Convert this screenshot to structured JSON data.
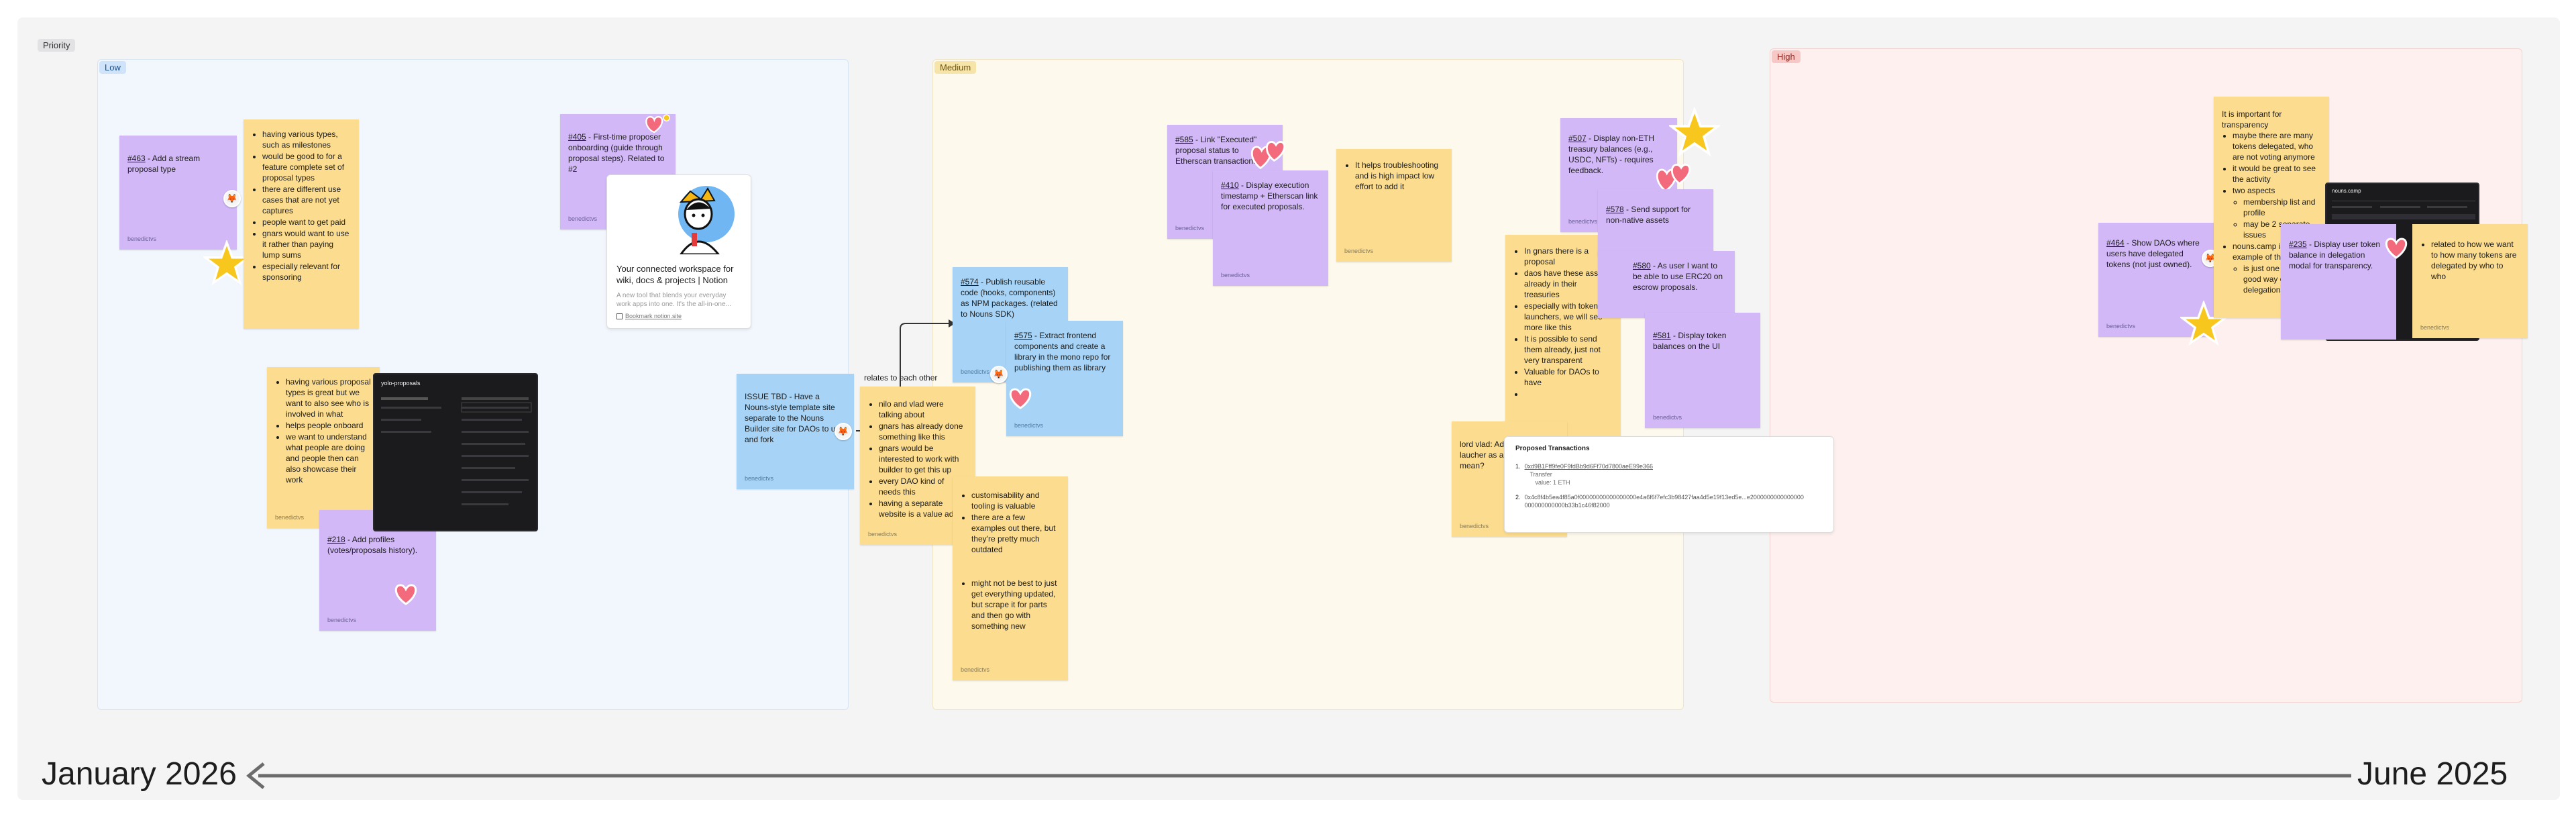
{
  "board": {
    "priority_label": "Priority",
    "sections": {
      "low": "Low",
      "medium": "Medium",
      "high": "High"
    }
  },
  "notes": {
    "n463": {
      "ref": "#463",
      "text": " - Add a stream proposal type",
      "author": "benedictvs"
    },
    "n463_comment": {
      "items": [
        "having various types, such as milestones",
        "would be good to for a feature complete set of proposal types",
        "there are different use cases that are not yet captures",
        "people want to get paid",
        "gnars would want to use it rather than paying lump sums",
        "especially relevant for sponsoring"
      ]
    },
    "n405": {
      "ref": "#405",
      "text": " - First-time proposer onboarding (guide through proposal steps). Related to #2",
      "author": "benedictvs"
    },
    "n_profiles_comment": {
      "items": [
        "having various proposal types is great but we want to also see who is involved in what",
        "helps people onboard",
        "we want to understand what people are doing and people then can also showcase their work"
      ],
      "author": "benedictvs"
    },
    "n_profiles": {
      "ref": "#218",
      "text": " - Add profiles (votes/proposals history).",
      "author": "benedictvs"
    },
    "issue_tbd": {
      "text": "ISSUE TBD - Have a Nouns-style template site separate to the Nouns Builder site for DAOs to use and fork",
      "author": "benedictvs"
    },
    "relates_label": "relates to each other",
    "n_relates_comment": {
      "items": [
        "nilo and vlad were talking about",
        "gnars has already done something like this",
        "gnars would be interested to work with builder to get this up",
        "every DAO kind of needs this",
        "having a separate website is a value add"
      ],
      "author": "benedictvs"
    },
    "n574": {
      "ref": "#574",
      "text": " - Publish reusable code (hooks, components) as NPM packages. (related to Nouns SDK)",
      "author": "benedictvs"
    },
    "n575": {
      "ref": "#575",
      "text": " - Extract frontend components and create a library in the mono repo for publishing them as library",
      "author": "benedictvs"
    },
    "n_tooling_comment": {
      "items": [
        "customisability and tooling is valuable",
        "there are a few examples out there, but they're pretty much outdated"
      ],
      "items2": [
        "might not be best to just get everything updated, but scrape it for parts and then go with something new"
      ],
      "author": "benedictvs"
    },
    "n585": {
      "ref": "#585",
      "text": " - Link \"Executed\" proposal status to Etherscan transaction.",
      "author": "benedictvs"
    },
    "n410": {
      "ref": "#410",
      "text": " - Display execution timestamp + Etherscan link for executed proposals.",
      "author": "benedictvs"
    },
    "n_troubleshoot_comment": {
      "items": [
        "It helps troubleshooting and is high impact low effort to add it"
      ],
      "author": "benedictvs"
    },
    "n507": {
      "ref": "#507",
      "text": " - Display non-ETH treasury balances (e.g., USDC, NFTs) - requires feedback.",
      "author": "benedictvs"
    },
    "n578": {
      "ref": "#578",
      "text": " - Send support for non-native assets",
      "author": "benedictvs"
    },
    "n580": {
      "ref": "#580",
      "text": " - As user I want to be able to use ERC20 on escrow proposals.",
      "author": "benedictvs"
    },
    "n581": {
      "ref": "#581",
      "text": " - Display token balances on the UI",
      "author": "benedictvs"
    },
    "n_gnars_comment": {
      "items": [
        "In gnars there is a proposal",
        "daos have these assets already in their treasuries",
        "especially with token launchers, we will see more like this",
        "It is possible to send them already, just not very transparent",
        "Valuable for DAOs to have",
        ""
      ]
    },
    "n_lord_vlad": {
      "text": "lord vlad: Adding token laucher as a tool as you mean?",
      "author": "benedictvs"
    },
    "n464": {
      "ref": "#464",
      "text": " - Show DAOs where users have delegated tokens (not just owned).",
      "author": "benedictvs"
    },
    "n_transparency_comment": {
      "intro": "It is important for transparency",
      "items": [
        "maybe there are many tokens delegated, who are not voting anymore",
        "it would be great to see the activity",
        "two aspects",
        "membership list and profile",
        "may be 2 separate issues",
        "nouns.camp is a good example of this",
        "is just one idea as a good way of showing delegations"
      ]
    },
    "n235": {
      "ref": "#235",
      "text": " - Display user token balance in delegation modal for transparency.",
      "author": "benedictvs"
    },
    "n_delegated_comment": {
      "items": [
        "related to how we want to how many tokens are delegated by who to who"
      ],
      "author": "benedictvs"
    }
  },
  "notion_card": {
    "title": "Your connected workspace for wiki, docs & projects | Notion",
    "description": "A new tool that blends your everyday work apps into one. It's the all-in-one...",
    "link": "Bookmark notion.site"
  },
  "proposed_tx_card": {
    "title": "Proposed Transactions",
    "tx1_address": "0xd9B1Fff9fe0F9fdBb9d6Ff70d7800aeE99e366",
    "tx1_label": "Transfer",
    "tx1_value": "value: 1 ETH",
    "tx2_address": "0x4c8f4b5ea4f85a0f00000000000000000e4a6f6f7efc3b98427faa4d5e19f13ed5e...e2000000000000000000000000000b33b1c46f82000"
  },
  "dark_shot_low": {
    "title": "yolo-proposals",
    "rows": 9
  },
  "dark_shot_high": {
    "title": "nouns.camp"
  },
  "timeline": {
    "left_label": "January 2026",
    "right_label": "June 2025"
  },
  "colors": {
    "purple_note": "#d2b8f7",
    "yellow_note": "#fcdc8e",
    "blue_note": "#a7d4f6",
    "low_bg": "#f2f7fd",
    "medium_bg": "#fdf9ec",
    "high_bg": "#fdf0ef"
  }
}
